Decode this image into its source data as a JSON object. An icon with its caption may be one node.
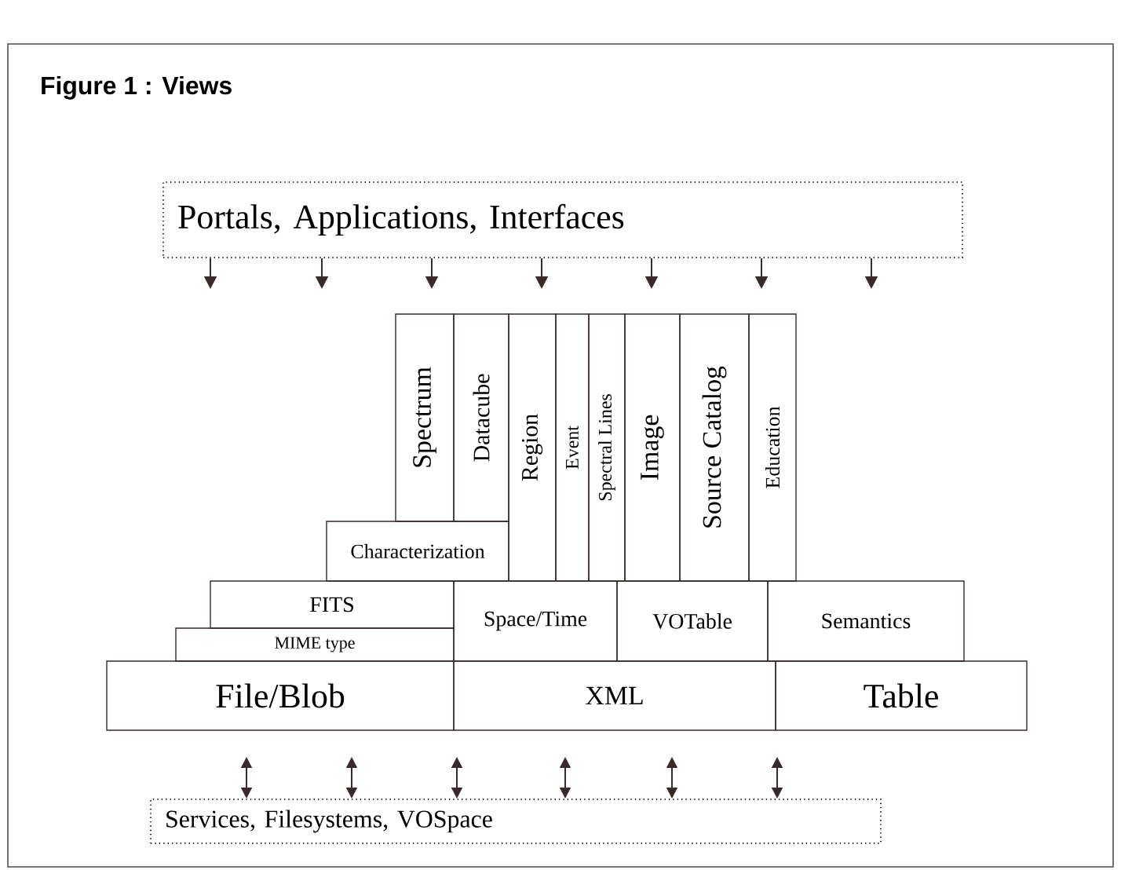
{
  "diagram": {
    "title": "Figure 1 : Views",
    "nodes": [
      {
        "text": [
          "Portals, Applications, Interfaces"
        ]
      },
      {
        "text": [
          "Spectrum"
        ]
      },
      {
        "text": [
          "Datacube"
        ]
      },
      {
        "text": [
          "Region"
        ]
      },
      {
        "text": [
          "Event"
        ]
      },
      {
        "text": [
          "Spectral Lines"
        ]
      },
      {
        "text": [
          "Image"
        ]
      },
      {
        "text": [
          "Source Catalog"
        ]
      },
      {
        "text": [
          "Education"
        ]
      },
      {
        "text": [
          "Characterization"
        ]
      },
      {
        "text": [
          "FITS"
        ]
      },
      {
        "text": [
          "MIME type"
        ]
      },
      {
        "text": [
          "Space/Time"
        ]
      },
      {
        "text": [
          "VOTable"
        ]
      },
      {
        "text": [
          "Semantics"
        ]
      },
      {
        "text": [
          "File/Blob"
        ]
      },
      {
        "text": [
          "XML"
        ]
      },
      {
        "text": [
          "Table"
        ]
      },
      {
        "text": [
          "Services, Filesystems, VOSpace"
        ]
      }
    ],
    "edges": [
      {
        "from": 0,
        "to": null,
        "arrow": "to"
      },
      {
        "from": 0,
        "to": null,
        "arrow": "to"
      },
      {
        "from": 0,
        "to": null,
        "arrow": "to"
      },
      {
        "from": 0,
        "to": null,
        "arrow": "to"
      },
      {
        "from": 0,
        "to": null,
        "arrow": "to"
      },
      {
        "from": 0,
        "to": null,
        "arrow": "to"
      },
      {
        "from": 0,
        "to": null,
        "arrow": "to"
      },
      {
        "from": null,
        "to": 18,
        "arrow": "both"
      },
      {
        "from": null,
        "to": 18,
        "arrow": "both"
      },
      {
        "from": null,
        "to": 18,
        "arrow": "both"
      },
      {
        "from": null,
        "to": 18,
        "arrow": "both"
      },
      {
        "from": null,
        "to": 18,
        "arrow": "both"
      },
      {
        "from": null,
        "to": 18,
        "arrow": "both"
      }
    ]
  }
}
